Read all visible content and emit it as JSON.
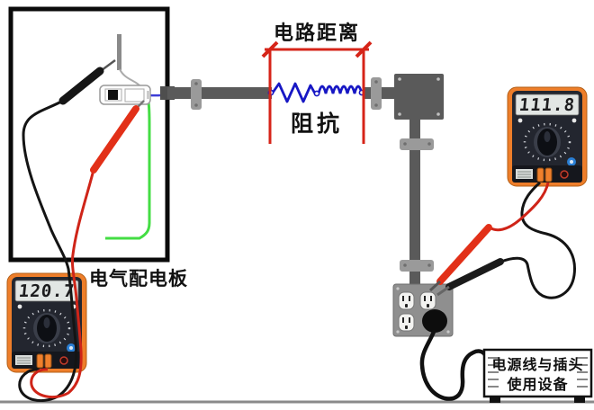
{
  "diagram": {
    "dimension_label": "电路距离",
    "impedance_label": "阻抗",
    "panel_label": "电气配电板",
    "device_label_line1": "电源线与插头",
    "device_label_line2": "使用设备",
    "meter_left_reading": "120.7",
    "meter_right_reading": "111.8",
    "colors": {
      "dimension_red": "#d62418",
      "resistor_blue": "#1717c4",
      "ground_wire_green": "#44dd44",
      "neutral_wire_blue": "#3d3dd6",
      "probe_red": "#e23018",
      "meter_orange": "#ee7e2a",
      "conduit_gray": "#5a5a5a",
      "floor_gray": "#8a8a8a"
    }
  }
}
